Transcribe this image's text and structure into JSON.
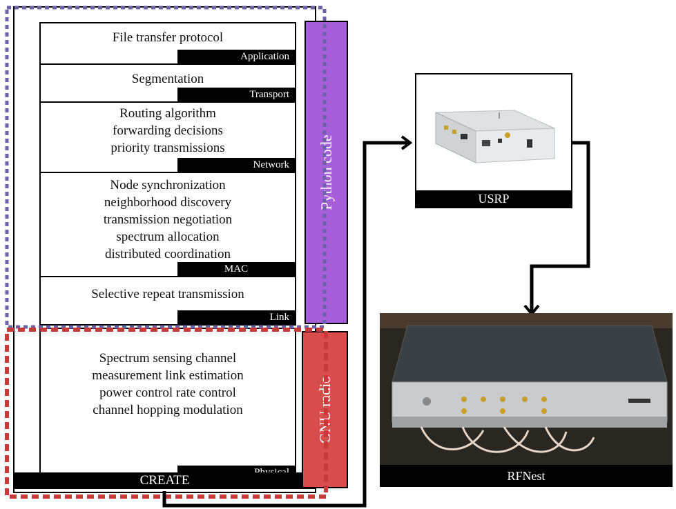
{
  "stack": {
    "layers": [
      {
        "key": "application",
        "lines": [
          "File transfer protocol"
        ],
        "tag": "Application"
      },
      {
        "key": "transport",
        "lines": [
          "Segmentation"
        ],
        "tag": "Transport"
      },
      {
        "key": "network",
        "lines": [
          "Routing algorithm",
          "forwarding decisions",
          "priority transmissions"
        ],
        "tag": "Network"
      },
      {
        "key": "mac",
        "lines": [
          "Node synchronization",
          "neighborhood discovery",
          "transmission negotiation",
          "spectrum allocation",
          "distributed coordination"
        ],
        "tag": "MAC"
      },
      {
        "key": "link",
        "lines": [
          "Selective repeat transmission"
        ],
        "tag": "Link"
      },
      {
        "key": "physical",
        "lines": [
          "Spectrum sensing channel",
          "measurement link estimation",
          "power control rate control",
          "channel hopping modulation"
        ],
        "tag": "Physical"
      }
    ],
    "footer_label": "CREATE"
  },
  "python_label": "Python code",
  "gnu_label": "GNU radio",
  "devices": {
    "usrp_label": "USRP",
    "rfnest_label": "RFNest"
  },
  "colors": {
    "python_fill": "#a75ed9",
    "gnu_fill": "#d94c4c",
    "python_dash": "#6a63a8",
    "gnu_dash": "#c83a3a"
  },
  "icons": [
    "usrp-device-image",
    "rfnest-device-image",
    "arrow-right-icon",
    "arrow-down-icon"
  ]
}
